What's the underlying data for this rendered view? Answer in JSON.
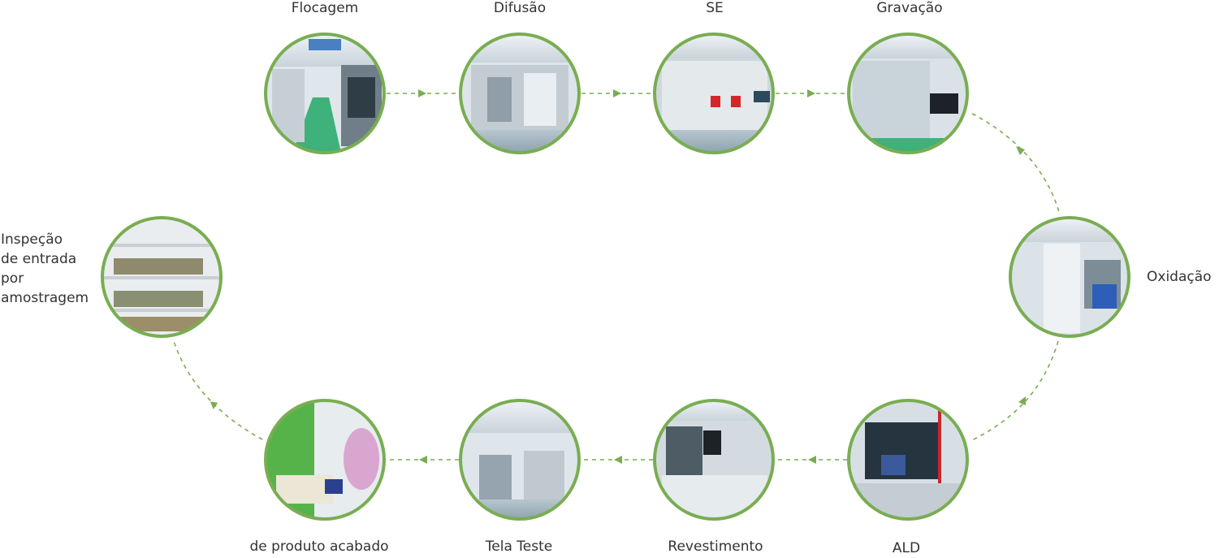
{
  "colors": {
    "ring": "#79ad52",
    "connector": "#79ad52",
    "label_text": "#333333",
    "background": "#ffffff"
  },
  "steps": [
    {
      "label": "Flocagem",
      "photo": "cleanroom corridor with green floor"
    },
    {
      "label": "Difusão",
      "photo": "diffusion furnace equipment"
    },
    {
      "label": "SE",
      "photo": "machine panel with red switches"
    },
    {
      "label": "Gravação",
      "photo": "etching line cabinets"
    },
    {
      "label": "Oxidação",
      "photo": "oxidation equipment with blue parts"
    },
    {
      "label": "ALD",
      "photo": "ALD machine with red frame"
    },
    {
      "label": "Revestimento",
      "photo": "coating machine with monitor"
    },
    {
      "label": "Tela Teste",
      "photo": "screen print test line"
    },
    {
      "label": "de produto acabado",
      "photo": "worker in pink suit packing panels"
    },
    {
      "label": "Inspeção\nde entrada\npor\namostragem",
      "photo": "shelves with stacked boxes"
    }
  ]
}
